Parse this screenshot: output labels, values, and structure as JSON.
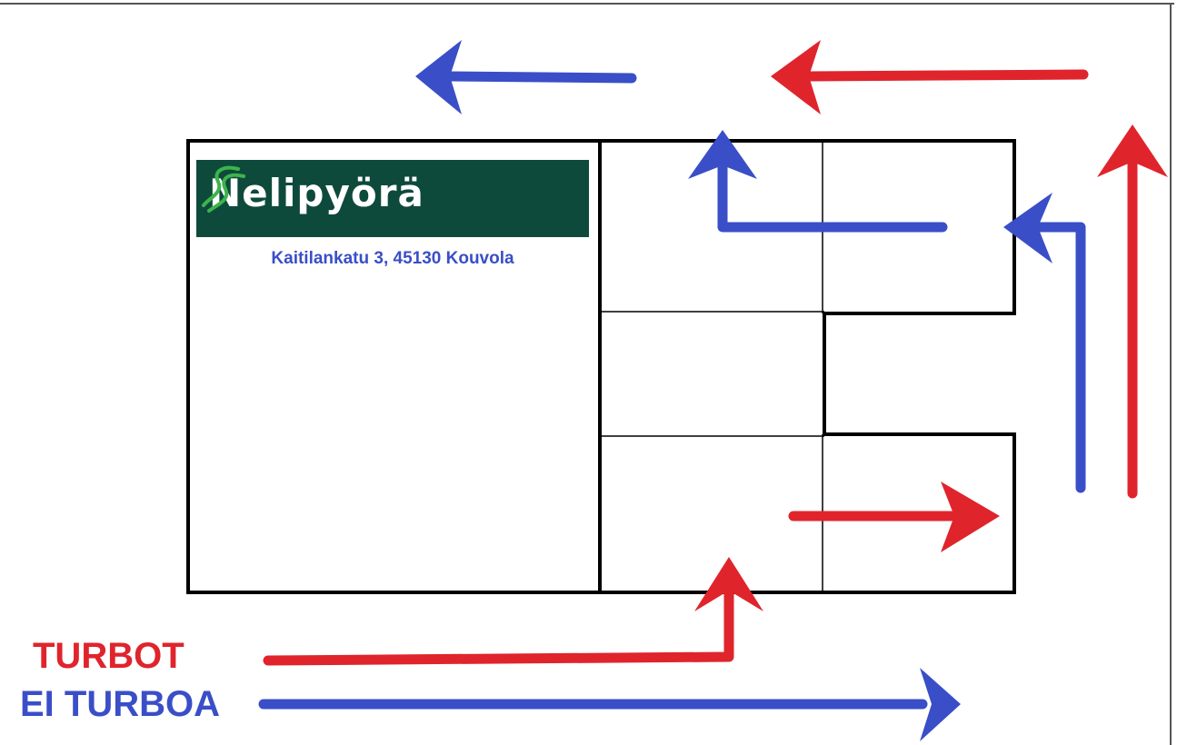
{
  "brand": {
    "name": "Nelipyörä",
    "address": "Kaitilankatu 3, 45130 Kouvola",
    "logo_bg_color": "#0e4a3c",
    "logo_mark_color": "#3cb44b"
  },
  "legend": {
    "turbot": {
      "label": "TURBOT",
      "color": "#e0242c"
    },
    "ei_turboa": {
      "label": "EI TURBOA",
      "color": "#3a4ec8"
    }
  }
}
